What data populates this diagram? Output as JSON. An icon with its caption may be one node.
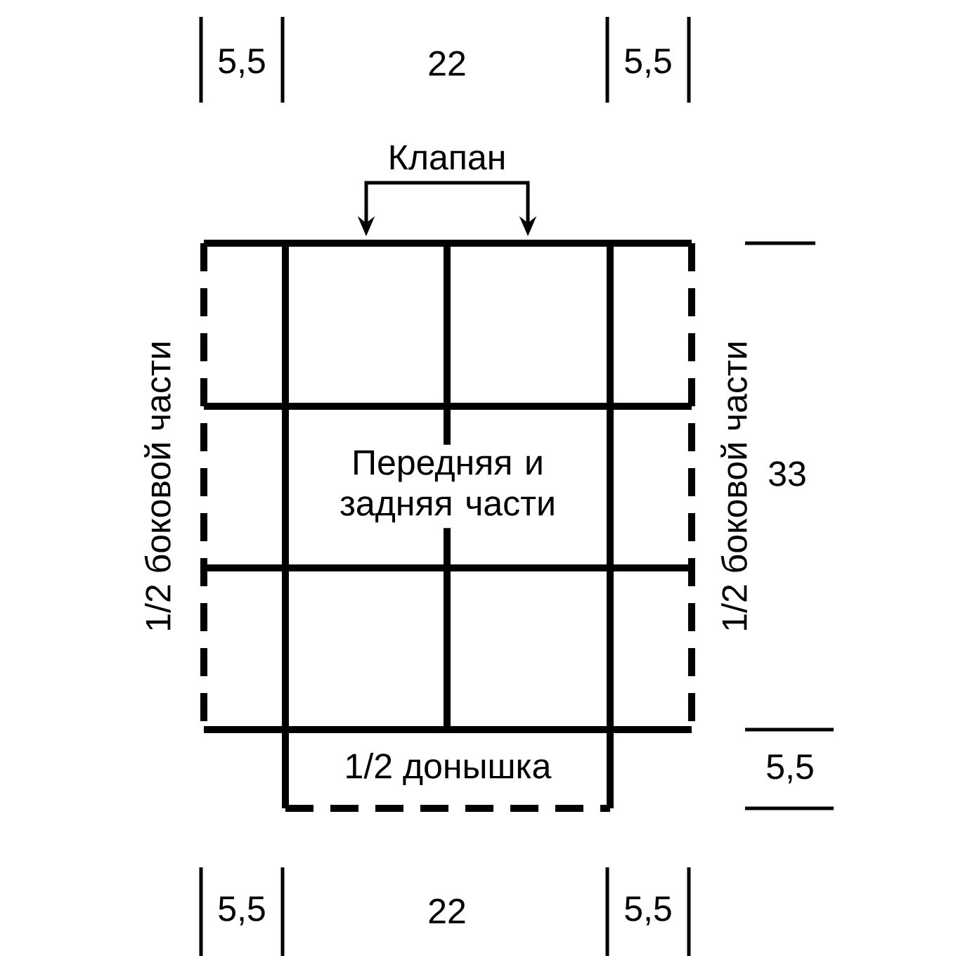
{
  "diagram": {
    "nodes": [
      {
        "text": [
          "Передняя и задняя части"
        ]
      },
      {
        "text": [
          "1/2 боковой части"
        ]
      },
      {
        "text": [
          "1/2 боковой части"
        ]
      },
      {
        "text": [
          "1/2 донышка"
        ]
      },
      {
        "text": [
          "Клапан"
        ]
      }
    ],
    "edges": [
      {
        "from": 4,
        "to": 0,
        "arrow": "to"
      },
      {
        "from": 4,
        "to": 0,
        "arrow": "to"
      }
    ],
    "labels": [
      "5,5",
      "22",
      "5,5",
      "33",
      "5,5",
      "5,5",
      "22",
      "5,5"
    ]
  }
}
